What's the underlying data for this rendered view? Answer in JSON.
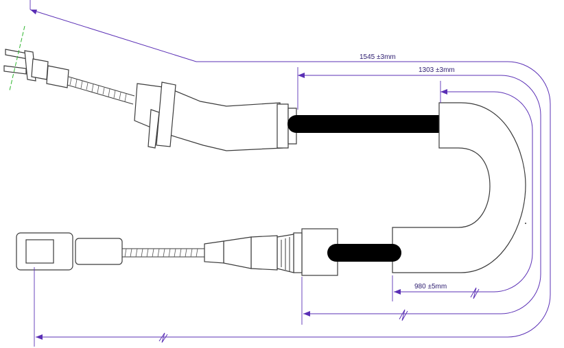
{
  "drawing": {
    "dimensions": [
      {
        "id": "overall",
        "label": "1545 ±3mm"
      },
      {
        "id": "middle",
        "label": "1303 ±3mm"
      },
      {
        "id": "inner",
        "label": "980 ±5mm"
      }
    ],
    "colors": {
      "dimension_line": "#5a2fb5",
      "dimension_text": "#2a1a6e",
      "outline": "#3a3a3a",
      "sleeve": "#000000",
      "centerline": "#2db52d"
    }
  }
}
